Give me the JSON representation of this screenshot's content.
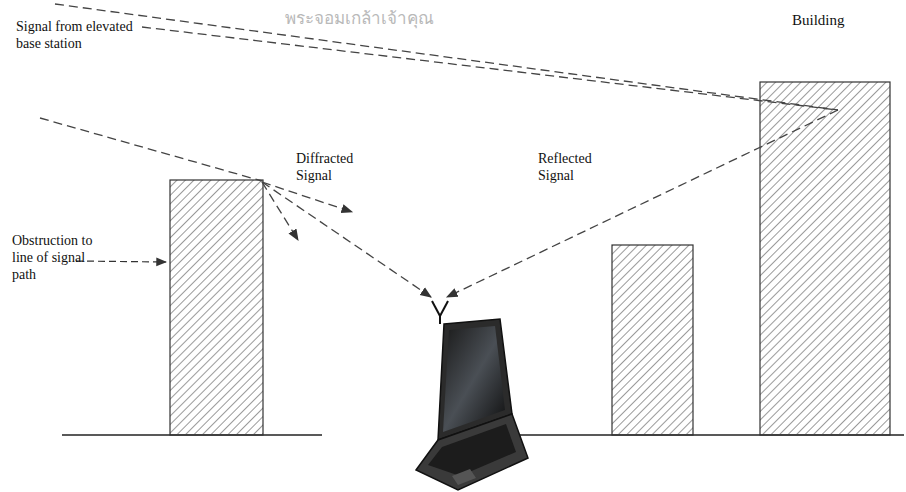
{
  "diagram": {
    "labels": [
      "Signal from elevated base station",
      "Diffracted Signal",
      "Reflected Signal",
      "Building",
      "Obstruction to line of signal path",
      "พระจอมเกล้าเจ้าคุณ"
    ]
  }
}
